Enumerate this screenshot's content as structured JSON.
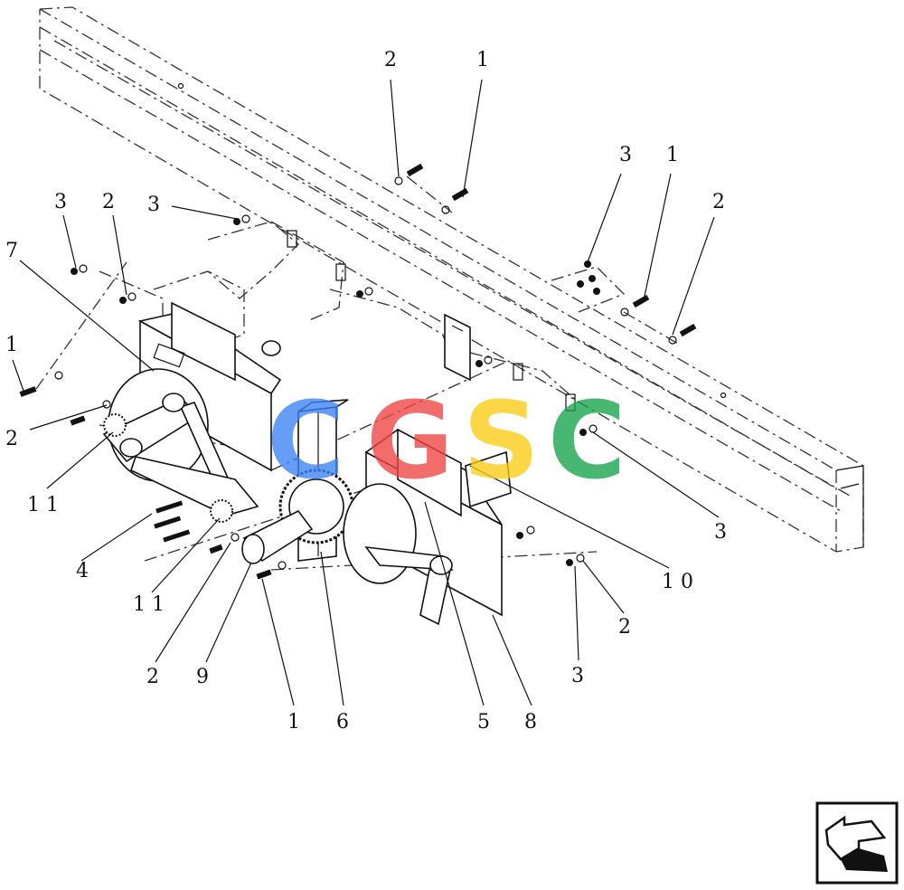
{
  "diagram": {
    "callouts": [
      {
        "id": "c-2a",
        "text": "2"
      },
      {
        "id": "c-1a",
        "text": "1"
      },
      {
        "id": "c-3a",
        "text": "3"
      },
      {
        "id": "c-1b",
        "text": "1"
      },
      {
        "id": "c-2b",
        "text": "2"
      },
      {
        "id": "c-3b",
        "text": "3"
      },
      {
        "id": "c-2c",
        "text": "2"
      },
      {
        "id": "c-3c",
        "text": "3"
      },
      {
        "id": "c-7",
        "text": "7"
      },
      {
        "id": "c-1c",
        "text": "1"
      },
      {
        "id": "c-2d",
        "text": "2"
      },
      {
        "id": "c-11a",
        "text": "1 1"
      },
      {
        "id": "c-4",
        "text": "4"
      },
      {
        "id": "c-11b",
        "text": "1 1"
      },
      {
        "id": "c-2e",
        "text": "2"
      },
      {
        "id": "c-9",
        "text": "9"
      },
      {
        "id": "c-1d",
        "text": "1"
      },
      {
        "id": "c-6",
        "text": "6"
      },
      {
        "id": "c-5",
        "text": "5"
      },
      {
        "id": "c-8",
        "text": "8"
      },
      {
        "id": "c-3d",
        "text": "3"
      },
      {
        "id": "c-10",
        "text": "1 0"
      },
      {
        "id": "c-2f",
        "text": "2"
      },
      {
        "id": "c-3e",
        "text": "3"
      }
    ],
    "watermark": {
      "letters": [
        {
          "char": "C",
          "color": "#3b82f6"
        },
        {
          "char": "G",
          "color": "#ef4444"
        },
        {
          "char": "S",
          "color": "#facc15"
        },
        {
          "char": "C",
          "color": "#16a34a"
        }
      ]
    },
    "nav_button_icon": "previous-page-arrow-icon"
  }
}
